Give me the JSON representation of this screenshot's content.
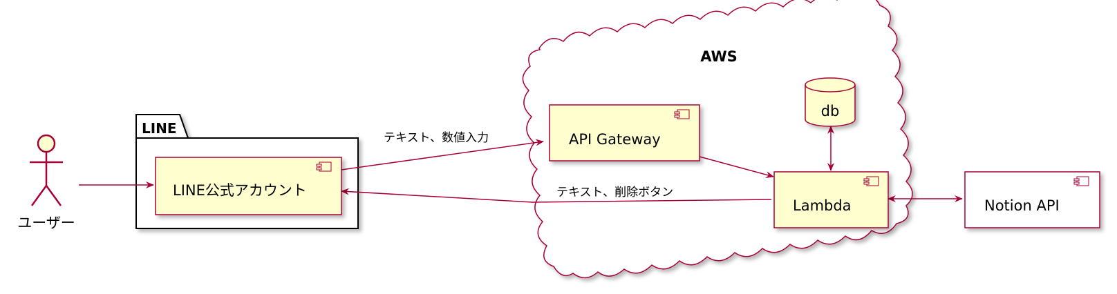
{
  "actor": {
    "label": "ユーザー"
  },
  "package": {
    "label": "LINE"
  },
  "cloud": {
    "label": "AWS"
  },
  "components": {
    "line_account": "LINE公式アカウント",
    "api_gateway": "API Gateway",
    "lambda": "Lambda",
    "notion": "Notion API",
    "db": "db"
  },
  "edges": {
    "to_gateway": "テキスト、数値入力",
    "to_line": "テキスト、削除ボタン"
  },
  "colors": {
    "line": "#A80036",
    "component_fill": "#FEFECE",
    "notion_fill": "#FFFFFF",
    "package_border": "#000000"
  }
}
